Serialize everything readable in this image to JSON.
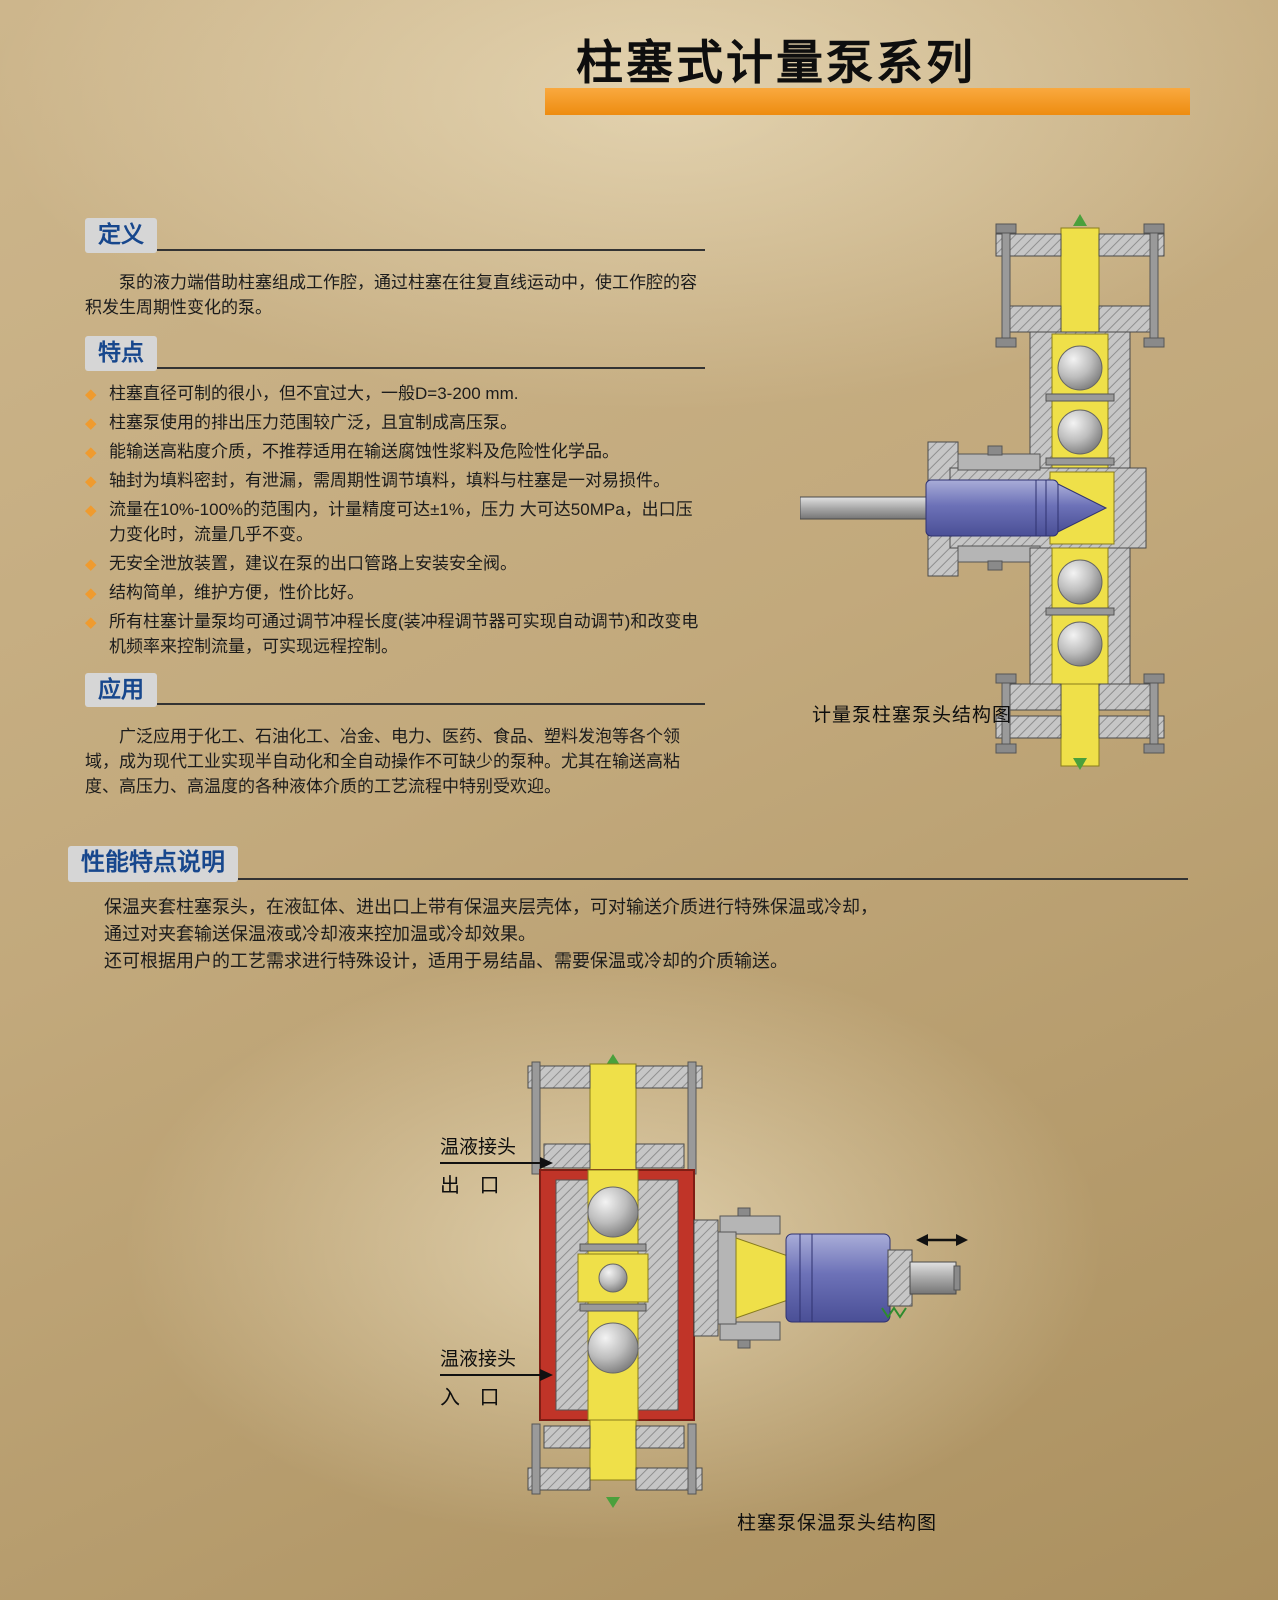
{
  "page": {
    "title": "柱塞式计量泵系列"
  },
  "icons": {
    "diamond_bullet": "◆"
  },
  "colors": {
    "accent_orange": "#ee8c10",
    "heading_blue": "#17478d",
    "bullet_gold": "#ef9b2f",
    "jacket_red": "#c03428",
    "plunger_blue": "#6d72b8",
    "channel_yellow": "#efe049"
  },
  "sections": {
    "definition": {
      "heading": "定义",
      "body": "泵的液力端借助柱塞组成工作腔，通过柱塞在往复直线运动中，使工作腔的容积发生周期性变化的泵。"
    },
    "features": {
      "heading": "特点",
      "items": [
        "柱塞直径可制的很小，但不宜过大，一般D=3-200 mm.",
        "柱塞泵使用的排出压力范围较广泛，且宜制成高压泵。",
        "能输送高粘度介质，不推荐适用在输送腐蚀性浆料及危险性化学品。",
        "轴封为填料密封，有泄漏，需周期性调节填料，填料与柱塞是一对易损件。",
        "流量在10%-100%的范围内，计量精度可达±1%，压力 大可达50MPa，出口压力变化时，流量几乎不变。",
        "无安全泄放装置，建议在泵的出口管路上安装安全阀。",
        "结构简单，维护方便，性价比好。",
        "所有柱塞计量泵均可通过调节冲程长度(装冲程调节器可实现自动调节)和改变电机频率来控制流量，可实现远程控制。"
      ]
    },
    "application": {
      "heading": "应用",
      "body": "广泛应用于化工、石油化工、冶金、电力、医药、食品、塑料发泡等各个领域，成为现代工业实现半自动化和全自动操作不可缺少的泵种。尤其在输送高粘度、高压力、高温度的各种液体介质的工艺流程中特别受欢迎。"
    },
    "performance": {
      "heading": "性能特点说明",
      "lines": [
        "保温夹套柱塞泵头，在液缸体、进出口上带有保温夹层壳体，可对输送介质进行特殊保温或冷却，",
        "通过对夹套输送保温液或冷却液来控加温或冷却效果。",
        "还可根据用户的工艺需求进行特殊设计，适用于易结晶、需要保温或冷却的介质输送。"
      ]
    }
  },
  "diagrams": {
    "plunger_head": {
      "caption": "计量泵柱塞泵头结构图"
    },
    "insulated_head": {
      "caption": "柱塞泵保温泵头结构图",
      "labels": {
        "outlet_connector": "温液接头",
        "outlet": "出 口",
        "inlet_connector": "温液接头",
        "inlet": "入 口"
      }
    }
  }
}
